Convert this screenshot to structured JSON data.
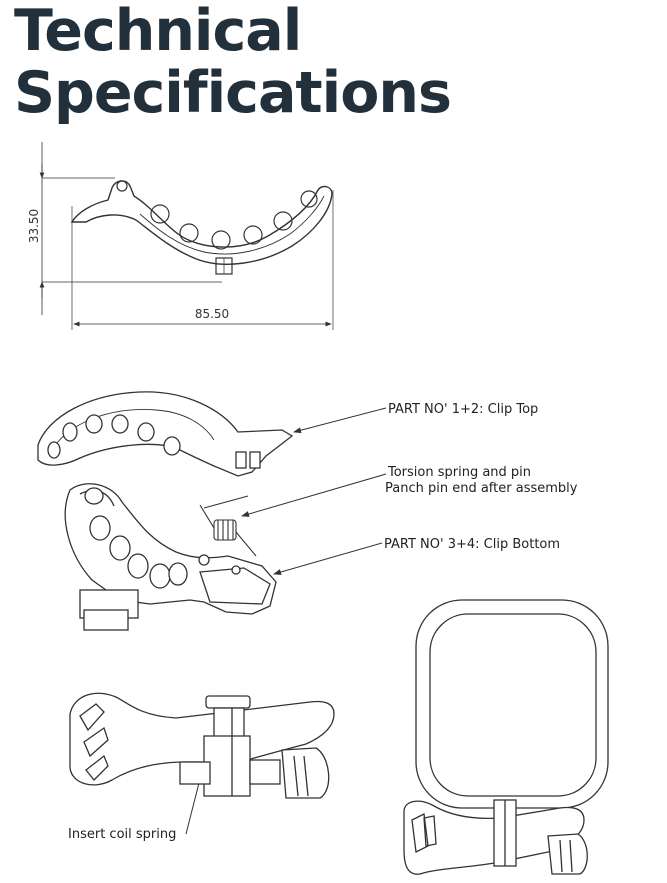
{
  "title": {
    "line1": "Technical",
    "line2": "Specifications"
  },
  "dimensions": {
    "height": "33.50",
    "width": "85.50"
  },
  "callouts": {
    "clip_top": "PART NO' 1+2: Clip Top",
    "spring_line1": "Torsion spring and pin",
    "spring_line2": "Panch pin end after assembly",
    "clip_bottom": "PART NO' 3+4: Clip Bottom",
    "coil_spring": "Insert coil spring"
  }
}
